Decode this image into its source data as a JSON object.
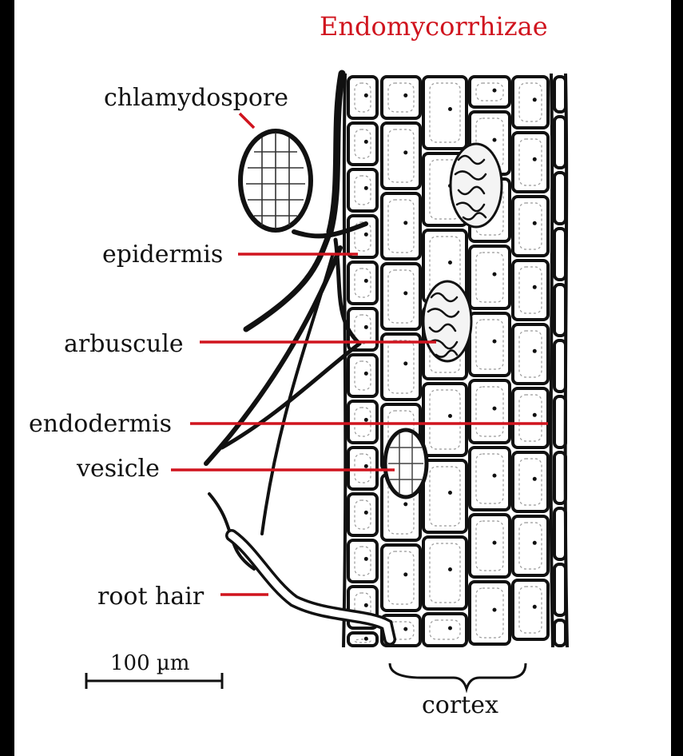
{
  "title": "Endomycorrhizae",
  "colors": {
    "accent": "#d0141e",
    "ink": "#111111",
    "background": "#ffffff",
    "border": "#000000"
  },
  "labels": {
    "chlamydospore": "chlamydospore",
    "epidermis": "epidermis",
    "arbuscule": "arbuscule",
    "endodermis": "endodermis",
    "vesicle": "vesicle",
    "root_hair": "root hair",
    "cortex": "cortex"
  },
  "scale_bar": {
    "label": "100 µm"
  }
}
